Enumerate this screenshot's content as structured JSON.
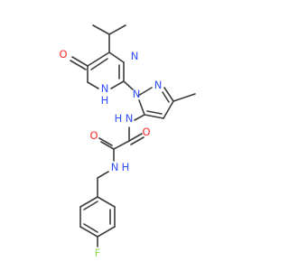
{
  "molecule": {
    "atoms": [
      {
        "key": "O_pyrimidinone",
        "label": "O",
        "color": "#ff2a2a"
      },
      {
        "key": "N_pyrimidine",
        "label": "N",
        "color": "#3050f8"
      },
      {
        "key": "NH_pyrimidine_N",
        "label": "N",
        "color": "#3050f8"
      },
      {
        "key": "NH_pyrimidine_H",
        "label": "H",
        "color": "#3050f8"
      },
      {
        "key": "N_pyrazole_1",
        "label": "N",
        "color": "#3050f8"
      },
      {
        "key": "N_pyrazole_2",
        "label": "N",
        "color": "#3050f8"
      },
      {
        "key": "NH_amide_1_N",
        "label": "N",
        "color": "#3050f8"
      },
      {
        "key": "NH_amide_1_H",
        "label": "H",
        "color": "#3050f8"
      },
      {
        "key": "O_oxalamide_1",
        "label": "O",
        "color": "#ff2a2a"
      },
      {
        "key": "O_oxalamide_2",
        "label": "O",
        "color": "#ff2a2a"
      },
      {
        "key": "NH_amide_2_N",
        "label": "N",
        "color": "#3050f8"
      },
      {
        "key": "NH_amide_2_H",
        "label": "H",
        "color": "#3050f8"
      },
      {
        "key": "F",
        "label": "F",
        "color": "#90e050"
      }
    ]
  }
}
